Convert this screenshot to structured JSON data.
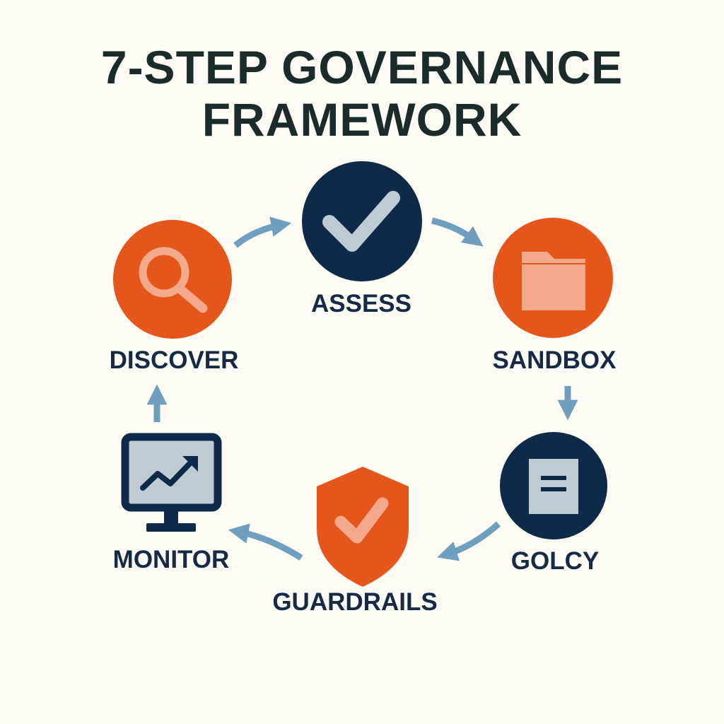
{
  "title": {
    "line1": "7-STEP GOVERNANCE",
    "line2": "FRAMEWORK"
  },
  "colors": {
    "background": "#fdfbf3",
    "orange": "#e4561c",
    "navy": "#0e2a48",
    "arrow": "#6f9fbd",
    "icon_light": "#f4aa8a",
    "icon_grey": "#bfcbd3"
  },
  "steps": [
    {
      "label": "DISCOVER",
      "icon": "magnifier-icon",
      "color": "orange"
    },
    {
      "label": "ASSESS",
      "icon": "checkmark-icon",
      "color": "navy"
    },
    {
      "label": "SANDBOX",
      "icon": "folder-icon",
      "color": "orange"
    },
    {
      "label": "GOLCY",
      "icon": "document-icon",
      "color": "navy"
    },
    {
      "label": "GUARDRAILS",
      "icon": "shield-check-icon",
      "color": "orange"
    },
    {
      "label": "MONITOR",
      "icon": "monitor-chart-icon",
      "color": "navy"
    }
  ]
}
